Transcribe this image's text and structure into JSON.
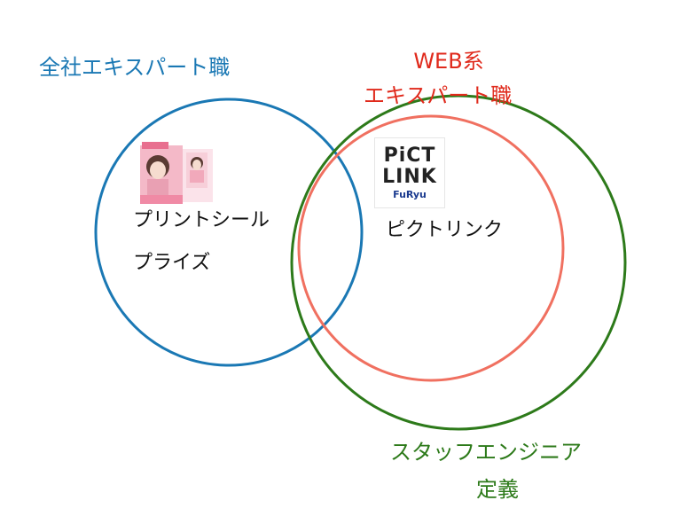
{
  "colors": {
    "company": "#1a78b4",
    "web": "#e02a1c",
    "web_circle": "#f07060",
    "staff": "#2d7a1a",
    "text": "#111111"
  },
  "labels": {
    "company_expert": "全社エキスパート職",
    "web_expert_line1": "WEB系",
    "web_expert_line2": "エキスパート職",
    "staff_engineer_line1": "スタッフエンジニア",
    "staff_engineer_line2": "定義"
  },
  "items": {
    "print_sticker": "プリントシール",
    "prize": "プライズ",
    "pictlink": "ピクトリンク"
  },
  "logo": {
    "line1": "PiCT",
    "line2": "LINK",
    "brand": "FuRyu"
  },
  "icons": {
    "print_sticker": "print-sticker-booth-image",
    "pictlink": "pictlink-logo"
  }
}
